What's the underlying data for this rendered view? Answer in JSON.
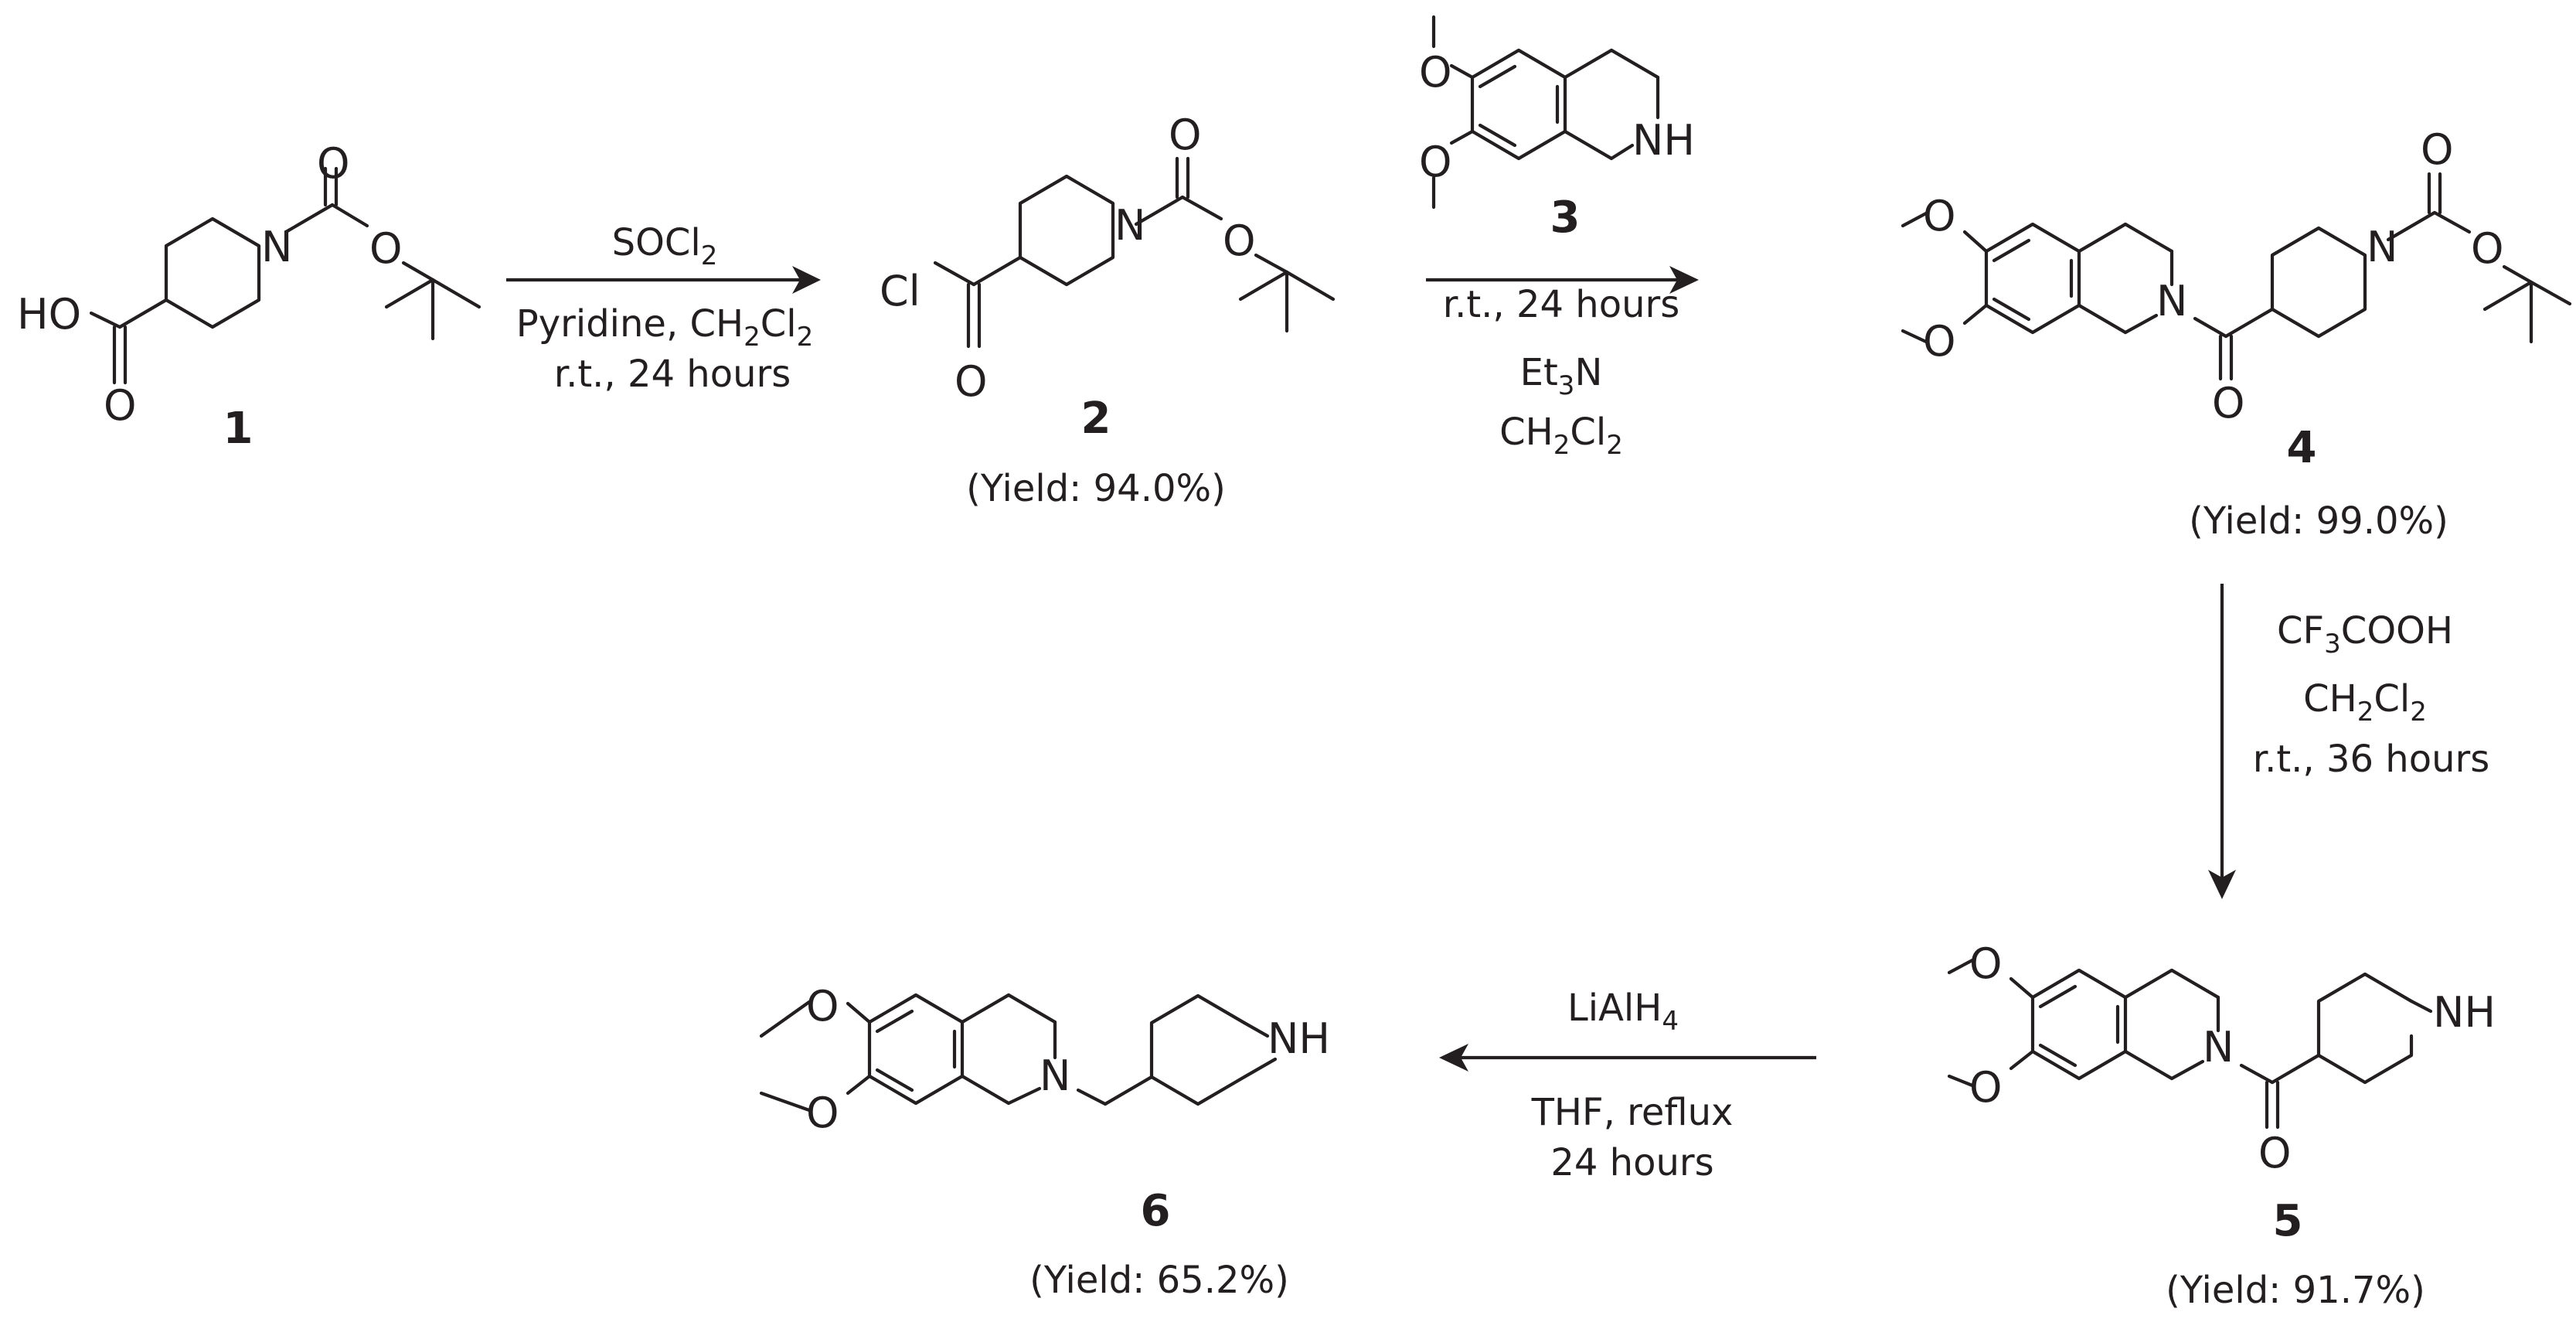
{
  "compounds": [
    {
      "label": "1",
      "atoms": [
        "HO",
        "O",
        "N",
        "O",
        "O"
      ]
    },
    {
      "label": "2",
      "yield": "(Yield: 94.0%)",
      "atoms": [
        "Cl",
        "O",
        "N",
        "O",
        "O"
      ]
    },
    {
      "label": "3",
      "atoms": [
        "O",
        "O",
        "NH"
      ]
    },
    {
      "label": "4",
      "yield": "(Yield: 99.0%)",
      "atoms": [
        "O",
        "O",
        "N",
        "O",
        "N",
        "O",
        "O"
      ]
    },
    {
      "label": "5",
      "yield": "(Yield: 91.7%)",
      "atoms": [
        "O",
        "O",
        "N",
        "O",
        "NH"
      ]
    },
    {
      "label": "6",
      "yield": "(Yield: 65.2%)",
      "atoms": [
        "O",
        "O",
        "N",
        "NH"
      ]
    }
  ],
  "reactions": [
    {
      "lines": [
        {
          "main": "SOCl",
          "sub": "2",
          "tail": ""
        },
        {
          "main": "Pyridine, CH",
          "sub": "2",
          "tail": "Cl",
          "sub2": "2"
        },
        {
          "main": "r.t., 24 hours",
          "sub": "",
          "tail": ""
        }
      ]
    },
    {
      "lines": [
        {
          "main": "r.t., 24 hours",
          "sub": "",
          "tail": ""
        },
        {
          "main": "Et",
          "sub": "3",
          "tail": "N"
        },
        {
          "main": "CH",
          "sub": "2",
          "tail": "Cl",
          "sub2": "2"
        }
      ]
    },
    {
      "lines": [
        {
          "main": "CF",
          "sub": "3",
          "tail": "COOH"
        },
        {
          "main": "CH",
          "sub": "2",
          "tail": "Cl",
          "sub2": "2"
        },
        {
          "main": "r.t., 36 hours",
          "sub": "",
          "tail": ""
        }
      ]
    },
    {
      "lines": [
        {
          "main": "LiAlH",
          "sub": "4",
          "tail": ""
        },
        {
          "main": "THF, reflux",
          "sub": "",
          "tail": ""
        },
        {
          "main": "24 hours",
          "sub": "",
          "tail": ""
        }
      ]
    }
  ]
}
